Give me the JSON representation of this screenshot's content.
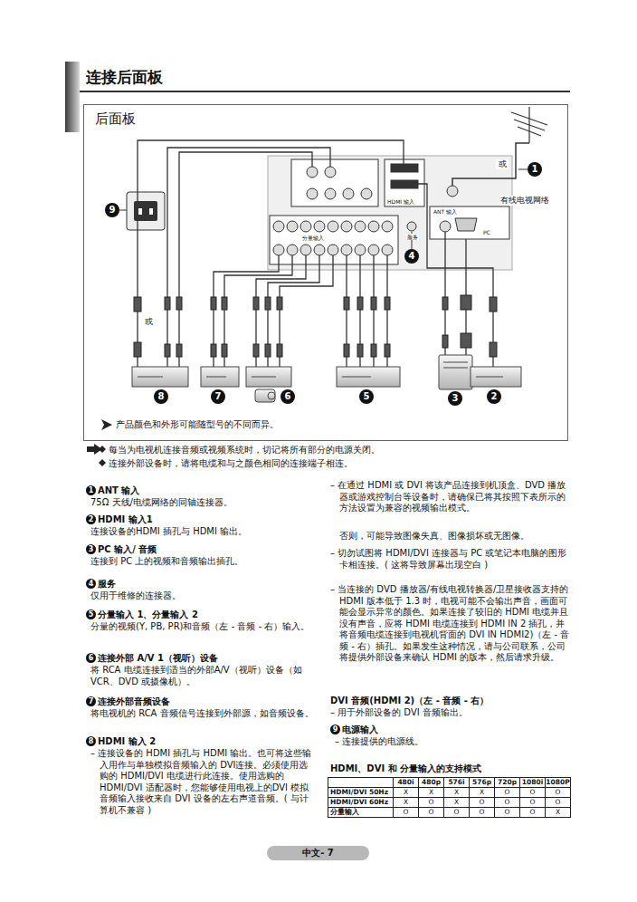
{
  "diagram": {
    "title": "连接后面板",
    "nodes": [
      {
        "text": [
          "后面板"
        ]
      },
      {
        "text": [
          "1"
        ],
        "in": 0
      },
      {
        "text": [
          "9"
        ],
        "in": 0
      },
      {
        "text": [
          "4"
        ],
        "in": 0
      },
      {
        "text": [
          "8"
        ],
        "in": 0
      },
      {
        "text": [
          "7"
        ],
        "in": 0
      },
      {
        "text": [
          "6"
        ],
        "in": 0
      },
      {
        "text": [
          "5"
        ],
        "in": 0
      },
      {
        "text": [
          "3"
        ],
        "in": 0
      },
      {
        "text": [
          "2"
        ],
        "in": 0
      },
      {
        "text": [
          "1"
        ]
      },
      {
        "text": [
          "2"
        ]
      },
      {
        "text": [
          "3"
        ]
      },
      {
        "text": [
          "4"
        ]
      },
      {
        "text": [
          "5"
        ]
      },
      {
        "text": [
          "6"
        ]
      },
      {
        "text": [
          "7"
        ]
      },
      {
        "text": [
          "8"
        ]
      },
      {
        "text": [
          "9"
        ]
      },
      {
        "text": [
          "中文- 7"
        ]
      }
    ],
    "labels": [
      "有线电视网络",
      "或",
      "或",
      "HDMI 输入",
      "ANT 输入",
      "服务",
      "PC",
      "分量输入",
      "产品颜色和外形可能随型号的不同而异。",
      "每当为电视机连接音频或视频系统时，切记将所有部分的电源关闭。",
      "连接外部设备时，请将电缆和与之颜色相同的连接端子相连。",
      "ANT 输入",
      "75Ω 天线/电缆网络的同轴连接器。",
      "HDMI 输入1",
      "连接设备的HDMI 插孔与 HDMI 输出。",
      "PC 输入/ 音频",
      "连接到 PC 上的视频和音频输出插孔。",
      "服务",
      "仅用于维修的连接器。",
      "分量输入 1、分量输入 2",
      "分量的视频(Y, PB, PR)和音频（左 - 音频 - 右）输入。",
      "连接外部 A/V 1（视听）设备",
      "将 RCA 电缆连接到适当的外部A/V（视听）设备（如VCR、DVD 或摄像机）。",
      "连接外部音频设备",
      "将电视机的 RCA 音频信号连接到外部源，如音频设备。",
      "HDMI 输入 2",
      "– 连接设备的 HDMI 插孔与 HDMI 输出。也可将这些输入用作与单独模拟音频输入的 DVI连接。必须使用选购的 HDMI/DVI 电缆进行此连接。使用选购的HDMI/DVI 适配器时，您能够使用电视上的DVI 模拟音频输入接收来自 DVI 设备的左右声道音频。( 与计算机不兼容 )",
      "– 在通过 HDMI 或 DVI 将该产品连接到机顶盒、DVD 播放器或游戏控制台等设备时，请确保已将其按照下表所示的方法设置为兼容的视频输出模式。",
      "否则，可能导致图像失真、图像损坏或无图像。",
      "– 切勿试图将 HDMI/DVI 连接器与 PC 或笔记本电脑的图形卡相连接。( 这将导致屏幕出现空白 )",
      "– 当连接的 DVD 播放器/有线电视转换器/卫星接收器支持的 HDMI 版本低于 1.3 时，电视可能不会输出声音，画面可能会显示异常的颜色。如果连接了较旧的 HDMI 电缆并且没有声音，应将 HDMI 电缆连接到 HDMI IN 2 插孔，并将音频电缆连接到电视机背面的 DVI IN HDMI2)（左 - 音频 - 右）插孔。如果发生这种情况，请与公司联系，公司将提供外部设备来确认 HDMI 的版本，然后请求升级。",
      "DVI 音频(HDMI 2)（左 - 音频 - 右）",
      "– 用于外部设备的 DVI 音频输出。",
      "电源输入",
      "– 连接提供的电源线。",
      "HDMI、DVI 和 分量输入的支持模式",
      "480i",
      "480p",
      "576i",
      "576p",
      "720p",
      "1080i",
      "1080P",
      "HDMI/DVI 50Hz",
      "X",
      "X",
      "X",
      "X",
      "O",
      "O",
      "O",
      "HDMI/DVI 60Hz",
      "X",
      "O",
      "X",
      "O",
      "O",
      "O",
      "O",
      "分量输入",
      "O",
      "O",
      "O",
      "O",
      "O",
      "O",
      "X"
    ]
  }
}
